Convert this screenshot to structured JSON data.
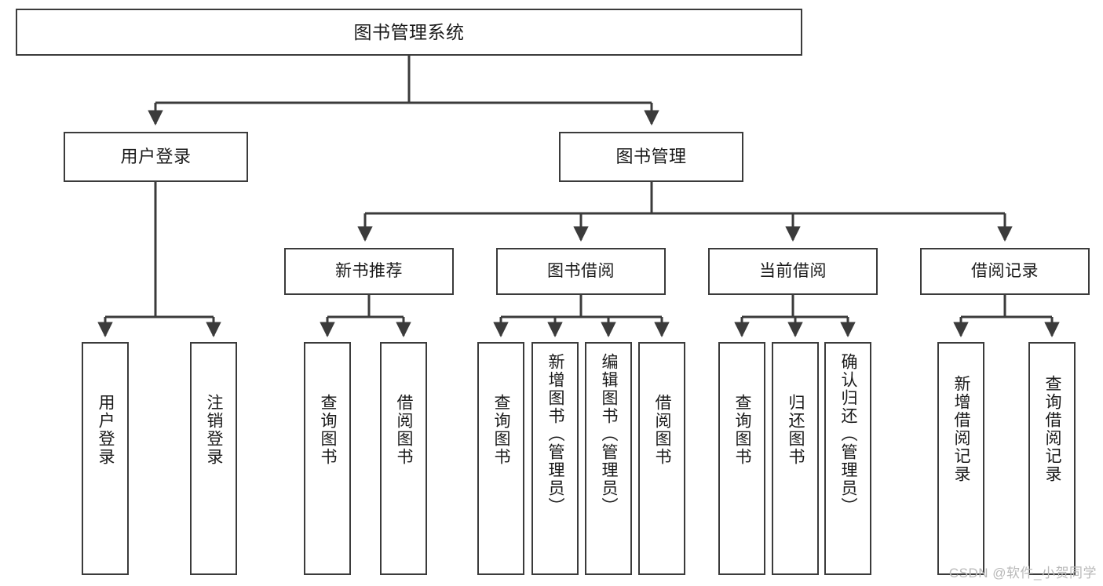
{
  "diagram": {
    "title": "图书管理系统",
    "type": "hierarchy-tree",
    "colors": {
      "box_border": "#3b3b3b",
      "box_fill": "#ffffff",
      "edge": "#3b3b3b",
      "text": "#1a1a1a",
      "watermark": "#b9b9b9"
    },
    "root": {
      "label": "图书管理系统"
    },
    "level2": [
      {
        "label": "用户登录"
      },
      {
        "label": "图书管理"
      }
    ],
    "level3": [
      {
        "label": "新书推荐"
      },
      {
        "label": "图书借阅"
      },
      {
        "label": "当前借阅"
      },
      {
        "label": "借阅记录"
      }
    ],
    "leaves": {
      "user_login": [
        {
          "label": "用户登录"
        },
        {
          "label": "注销登录"
        }
      ],
      "new_book_recommend": [
        {
          "label": "查询图书"
        },
        {
          "label": "借阅图书"
        }
      ],
      "book_borrow": [
        {
          "label": "查询图书"
        },
        {
          "label": "新增图书（管理员）"
        },
        {
          "label": "编辑图书（管理员）"
        },
        {
          "label": "借阅图书"
        }
      ],
      "current_borrow": [
        {
          "label": "查询图书"
        },
        {
          "label": "归还图书"
        },
        {
          "label": "确认归还（管理员）"
        }
      ],
      "borrow_records": [
        {
          "label": "新增借阅记录"
        },
        {
          "label": "查询借阅记录"
        }
      ]
    }
  },
  "watermark": {
    "text": "CSDN @软件_小贺同学"
  }
}
